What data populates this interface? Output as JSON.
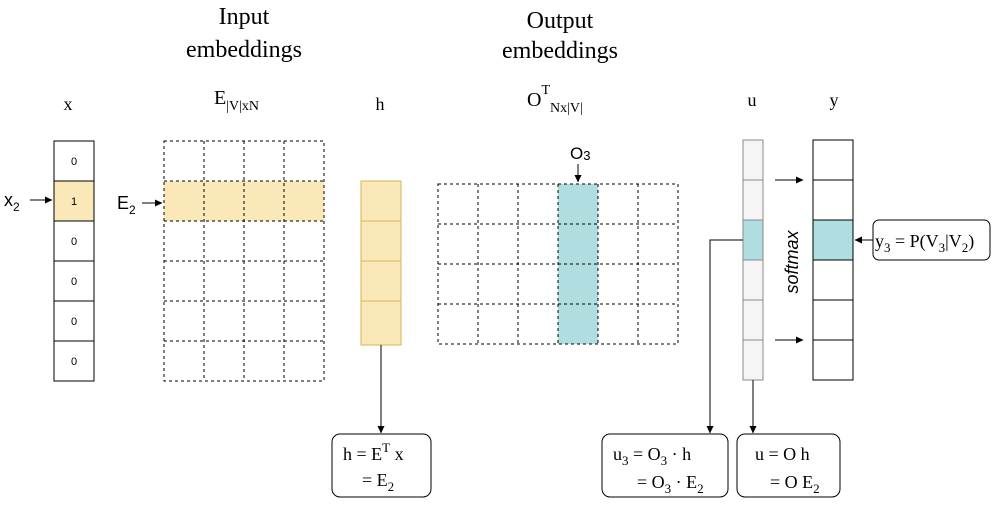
{
  "colors": {
    "highlight_yellow": "#fbe8b8",
    "highlight_yellow_border": "#d6b656",
    "highlight_teal": "#b0dde0",
    "light_gray": "#f5f5f5"
  },
  "headers": {
    "input_title_1": "Input",
    "input_title_2": "embeddings",
    "output_title_1": "Output",
    "output_title_2": "embeddings",
    "x": "x",
    "h": "h",
    "u": "u",
    "y": "y"
  },
  "x_vector": {
    "values": [
      "0",
      "1",
      "0",
      "0",
      "0",
      "0"
    ],
    "highlight_index": 1
  },
  "labels": {
    "x2_base": "x",
    "x2_sub": "2",
    "e2_base": "E",
    "e2_sub": "2",
    "o3_base": "O",
    "o3_sub": "3",
    "softmax": "softmax"
  },
  "matrix_E_label": {
    "base": "E",
    "sub": "|V|xN"
  },
  "matrix_O_label": {
    "base": "O",
    "sup": "T",
    "sub": "Nx|V|"
  },
  "formula_h": {
    "line1_a": "h = E",
    "line1_sup": "T",
    "line1_b": " x",
    "line2_a": "= E",
    "line2_sub": "2"
  },
  "formula_u3": {
    "line1_a": "u",
    "line1_sub": "3",
    "line1_b": " = O",
    "line1_sub2": "3",
    "line1_c": " · h",
    "line2_a": "= O",
    "line2_sub": "3",
    "line2_b": " · E",
    "line2_sub2": "2"
  },
  "formula_u": {
    "line1": "u = O h",
    "line2_a": "= O E",
    "line2_sub": "2"
  },
  "formula_y3": {
    "a": "y",
    "sub": "3",
    "b": " = P(V",
    "sub2": "3",
    "c": "|V",
    "sub3": "2",
    "d": ")"
  }
}
